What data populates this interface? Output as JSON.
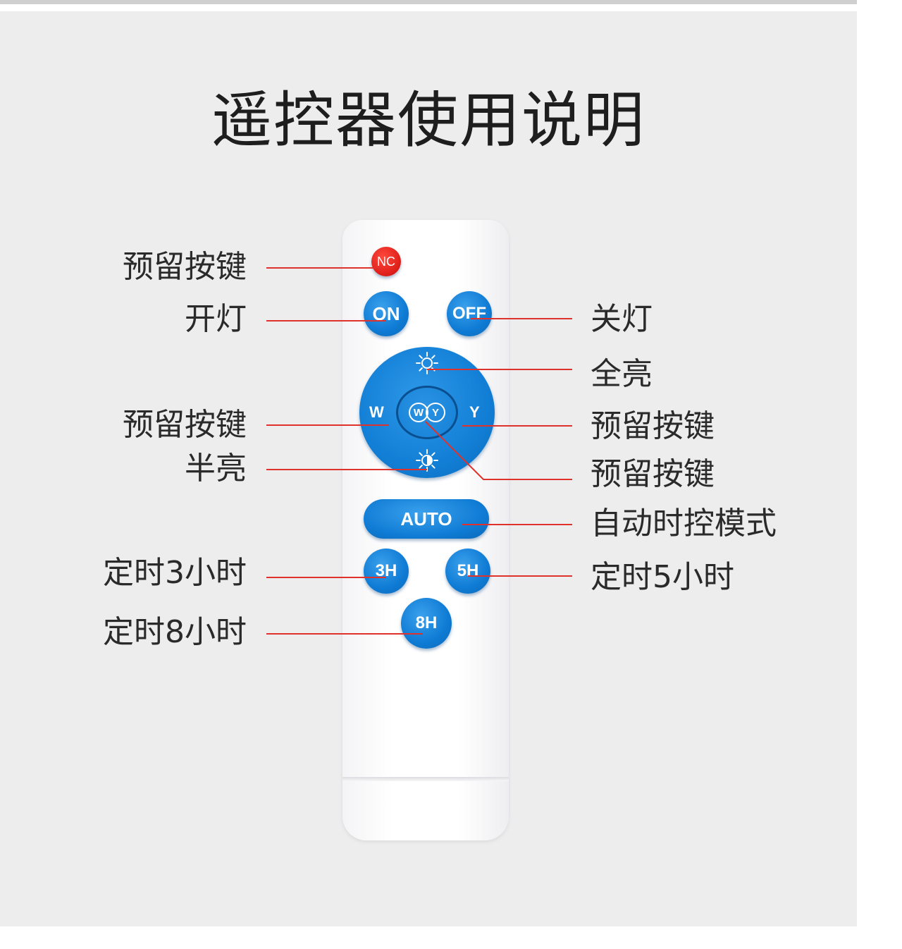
{
  "title": "遥控器使用说明",
  "buttons": {
    "nc": "NC",
    "on": "ON",
    "off": "OFF",
    "w": "W",
    "y": "Y",
    "center_w": "W",
    "center_y": "Y",
    "auto": "AUTO",
    "h3": "3H",
    "h5": "5H",
    "h8": "8H"
  },
  "labels": {
    "nc": "预留按键",
    "on": "开灯",
    "off": "关灯",
    "full": "全亮",
    "w": "预留按键",
    "y": "预留按键",
    "center": "预留按键",
    "half": "半亮",
    "auto": "自动时控模式",
    "h3": "定时3小时",
    "h5": "定时5小时",
    "h8": "定时8小时"
  },
  "colors": {
    "leader_line": "#e0322c",
    "button_blue": "#1380d6",
    "button_red": "#e0201a"
  }
}
